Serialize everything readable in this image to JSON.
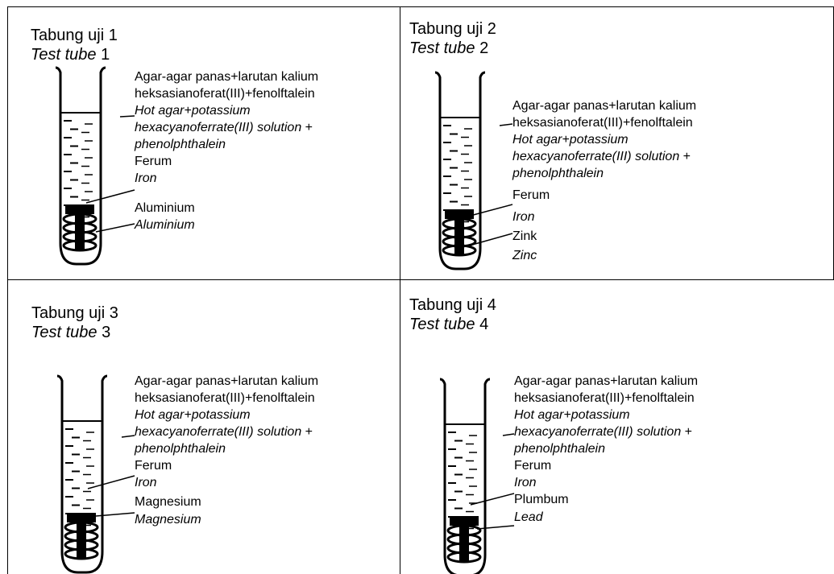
{
  "panels": [
    {
      "title": "Tabung uji 1",
      "sub_italic": "Test tube",
      "sub_num": "1",
      "solution_ms": "Agar-agar panas+larutan kalium",
      "solution_ms2": "heksasianoferat(III)+fenolftalein",
      "solution_en1": "Hot agar+potassium",
      "solution_en2": "hexacyanoferrate(III) solution",
      "solution_en2_plus": " +",
      "solution_en3": "phenolphthalein",
      "iron_ms": "Ferum",
      "iron_en": "Iron",
      "metal_ms": "Aluminium",
      "metal_en": "Aluminium"
    },
    {
      "title": "Tabung uji 2",
      "sub_italic": "Test tube",
      "sub_num": "2",
      "solution_ms": "Agar-agar panas+larutan kalium",
      "solution_ms2": "heksasianoferat(III)+fenolftalein",
      "solution_en1": "Hot agar+potassium",
      "solution_en2": "hexacyanoferrate(III) solution",
      "solution_en2_plus": " +",
      "solution_en3": "phenolphthalein",
      "iron_ms": "Ferum",
      "iron_en": "Iron",
      "metal_ms": "Zink",
      "metal_en": "Zinc"
    },
    {
      "title": "Tabung uji 3",
      "sub_italic": "Test tube",
      "sub_num": "3",
      "solution_ms": "Agar-agar panas+larutan kalium",
      "solution_ms2": "heksasianoferat(III)+fenolftalein",
      "solution_en1": "Hot agar+potassium",
      "solution_en2": "hexacyanoferrate(III) solution",
      "solution_en2_plus": " +",
      "solution_en3": "phenolphthalein",
      "iron_ms": "Ferum",
      "iron_en": "Iron",
      "metal_ms": "Magnesium",
      "metal_en": "Magnesium"
    },
    {
      "title": "Tabung uji 4",
      "sub_italic": "Test tube",
      "sub_num": "4",
      "solution_ms": "Agar-agar panas+larutan kalium",
      "solution_ms2": "heksasianoferat(III)+fenolftalein",
      "solution_en1": "Hot agar+potassium",
      "solution_en2": "hexacyanoferrate(III) solution",
      "solution_en2_plus": " +",
      "solution_en3": "phenolphthalein",
      "iron_ms": "Ferum",
      "iron_en": "Iron",
      "metal_ms": "Plumbum",
      "metal_en": "Lead"
    }
  ]
}
